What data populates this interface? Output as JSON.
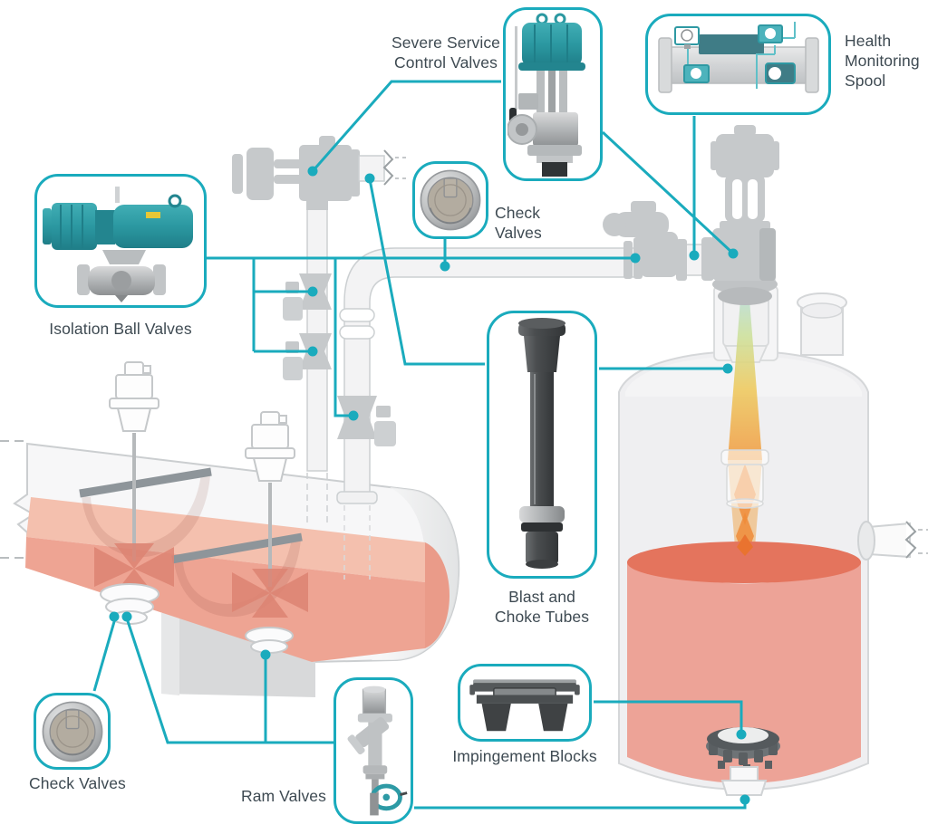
{
  "colors": {
    "accent_teal": "#1aabbd",
    "label_text": "#3e4a52",
    "product_teal": "#2ba3ad",
    "silhouette_gray": "#c6c9cb",
    "vessel_gray": "#efeff1",
    "liquid_red": "#eea493",
    "liquid_red_dark": "#e4745d",
    "flame_orange": "#f0a348"
  },
  "callouts": {
    "severe_service": {
      "line1": "Severe Service",
      "line2": "Control Valves",
      "image": "severe-service-control-valve-photo"
    },
    "health_monitoring": {
      "line1": "Health",
      "line2": "Monitoring",
      "line3": "Spool",
      "image": "health-monitoring-spool-illustration"
    },
    "check_valves_top": {
      "line1": "Check",
      "line2": "Valves",
      "image": "check-valve-disc-photo"
    },
    "isolation_ball_valves": {
      "label": "Isolation Ball Valves",
      "image": "actuated-ball-valve-photo"
    },
    "blast_choke": {
      "line1": "Blast and",
      "line2": "Choke Tubes",
      "image": "blast-and-choke-tube-photo"
    },
    "impingement_blocks": {
      "label": "Impingement Blocks",
      "image": "impingement-block-illustration"
    },
    "ram_valves": {
      "label": "Ram Valves",
      "image": "ram-valve-photo"
    },
    "check_valves_bottom": {
      "label": "Check Valves",
      "image": "check-valve-disc-photo"
    }
  }
}
